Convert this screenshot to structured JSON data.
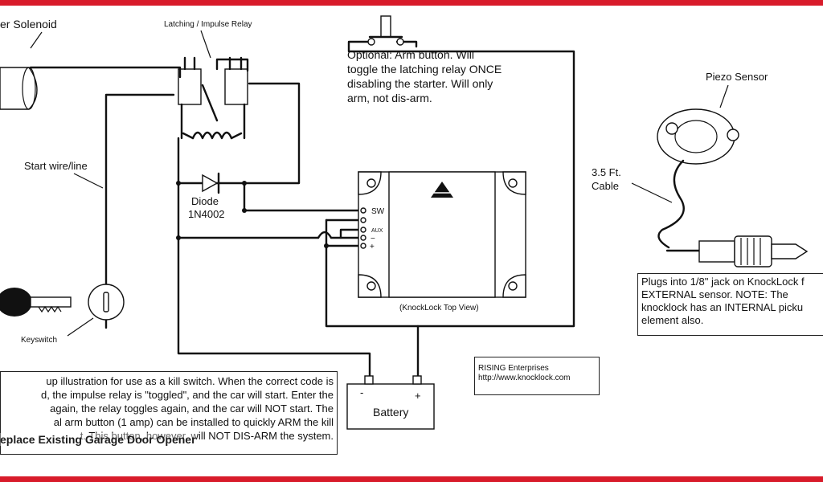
{
  "colors": {
    "frame_red": "#d81b2a",
    "line": "#111111"
  },
  "labels": {
    "solenoid": "er Solenoid",
    "relay": "Latching / Impulse Relay",
    "start_wire": "Start wire/line",
    "diode_name": "Diode",
    "diode_part": "1N4002",
    "keyswitch": "Keyswitch",
    "battery": "Battery",
    "battery_minus": "-",
    "battery_plus": "+",
    "knocklock_top": "(KnockLock Top View)",
    "terminal_sw": "SW",
    "terminal_aux": "AUX",
    "terminal_minus": "−",
    "terminal_plus": "+",
    "piezo": "Piezo Sensor",
    "cable_1": "3.5 Ft.",
    "cable_2": "Cable"
  },
  "arm_note": [
    "Optional:  Arm button.  Will",
    "toggle the latching relay ONCE",
    "disabling the starter.  Will only",
    "arm, not dis-arm."
  ],
  "sensor_note": [
    "Plugs into 1/8\" jack on KnockLock f",
    "EXTERNAL sensor.  NOTE: The",
    "knocklock has an INTERNAL picku",
    "element also."
  ],
  "rising": {
    "company": "RISING Enterprises",
    "url": "http://www.knocklock.com"
  },
  "caption_lines": [
    "up illustration for use as a kill switch.  When the correct code is",
    "d, the impulse relay is \"toggled\", and the car will start.  Enter the",
    "again, the relay toggles again, and the car will NOT start.  The",
    "al arm button (1 amp) can be installed to quickly ARM the kill",
    "t. This button, however, will NOT DIS-ARM the system."
  ],
  "overlay_title": "eplace Existing Garage Door Opener"
}
